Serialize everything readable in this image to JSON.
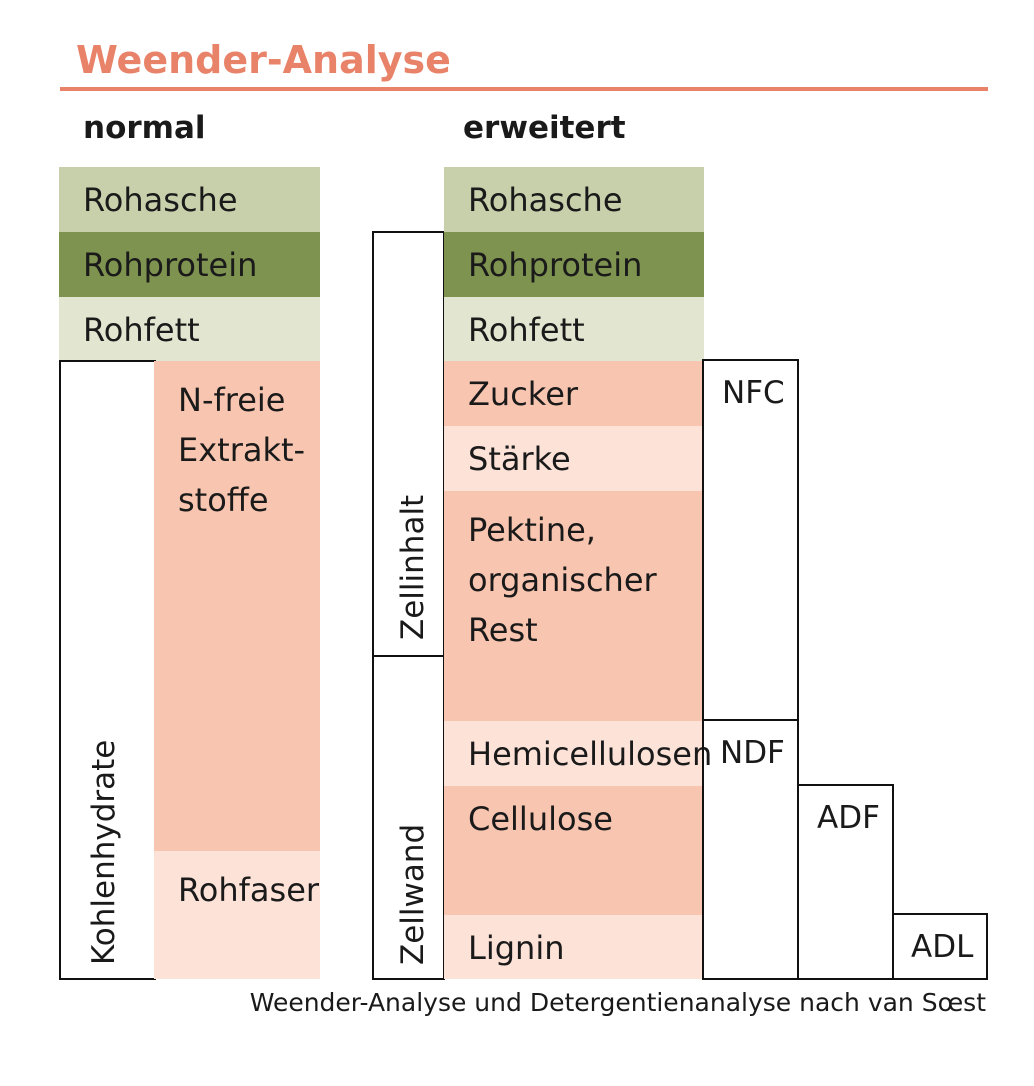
{
  "title": "Weender-Analyse",
  "columns": {
    "normal": {
      "heading": "normal",
      "rohasche": "Rohasche",
      "rohprotein": "Rohprotein",
      "rohfett": "Rohfett",
      "nfe": [
        "N-freie",
        "Extrakt-",
        "stoffe"
      ],
      "rohfaser": "Rohfaser",
      "group_label": "Kohlenhydrate"
    },
    "erweitert": {
      "heading": "erweitert",
      "rohasche": "Rohasche",
      "rohprotein": "Rohprotein",
      "rohfett": "Rohfett",
      "zucker": "Zucker",
      "staerke": "Stärke",
      "pektine": [
        "Pektine,",
        "organischer",
        "Rest"
      ],
      "hemicellulosen": "Hemicellulosen",
      "cellulose": "Cellulose",
      "lignin": "Lignin",
      "zellinhalt": "Zellinhalt",
      "zellwand": "Zellwand",
      "nfc": "NFC",
      "ndf": "NDF",
      "adf": "ADF",
      "adl": "ADL"
    }
  },
  "caption": "Weender-Analyse und Detergentienanalyse nach van Sœst",
  "colors": {
    "title": "#e8836a",
    "rohasche": "#c8cfab",
    "rohprotein": "#7e934f",
    "rohfett": "#e2e5cf",
    "salmon": "#f8c5b0",
    "salmon_light": "#fde2d8"
  }
}
